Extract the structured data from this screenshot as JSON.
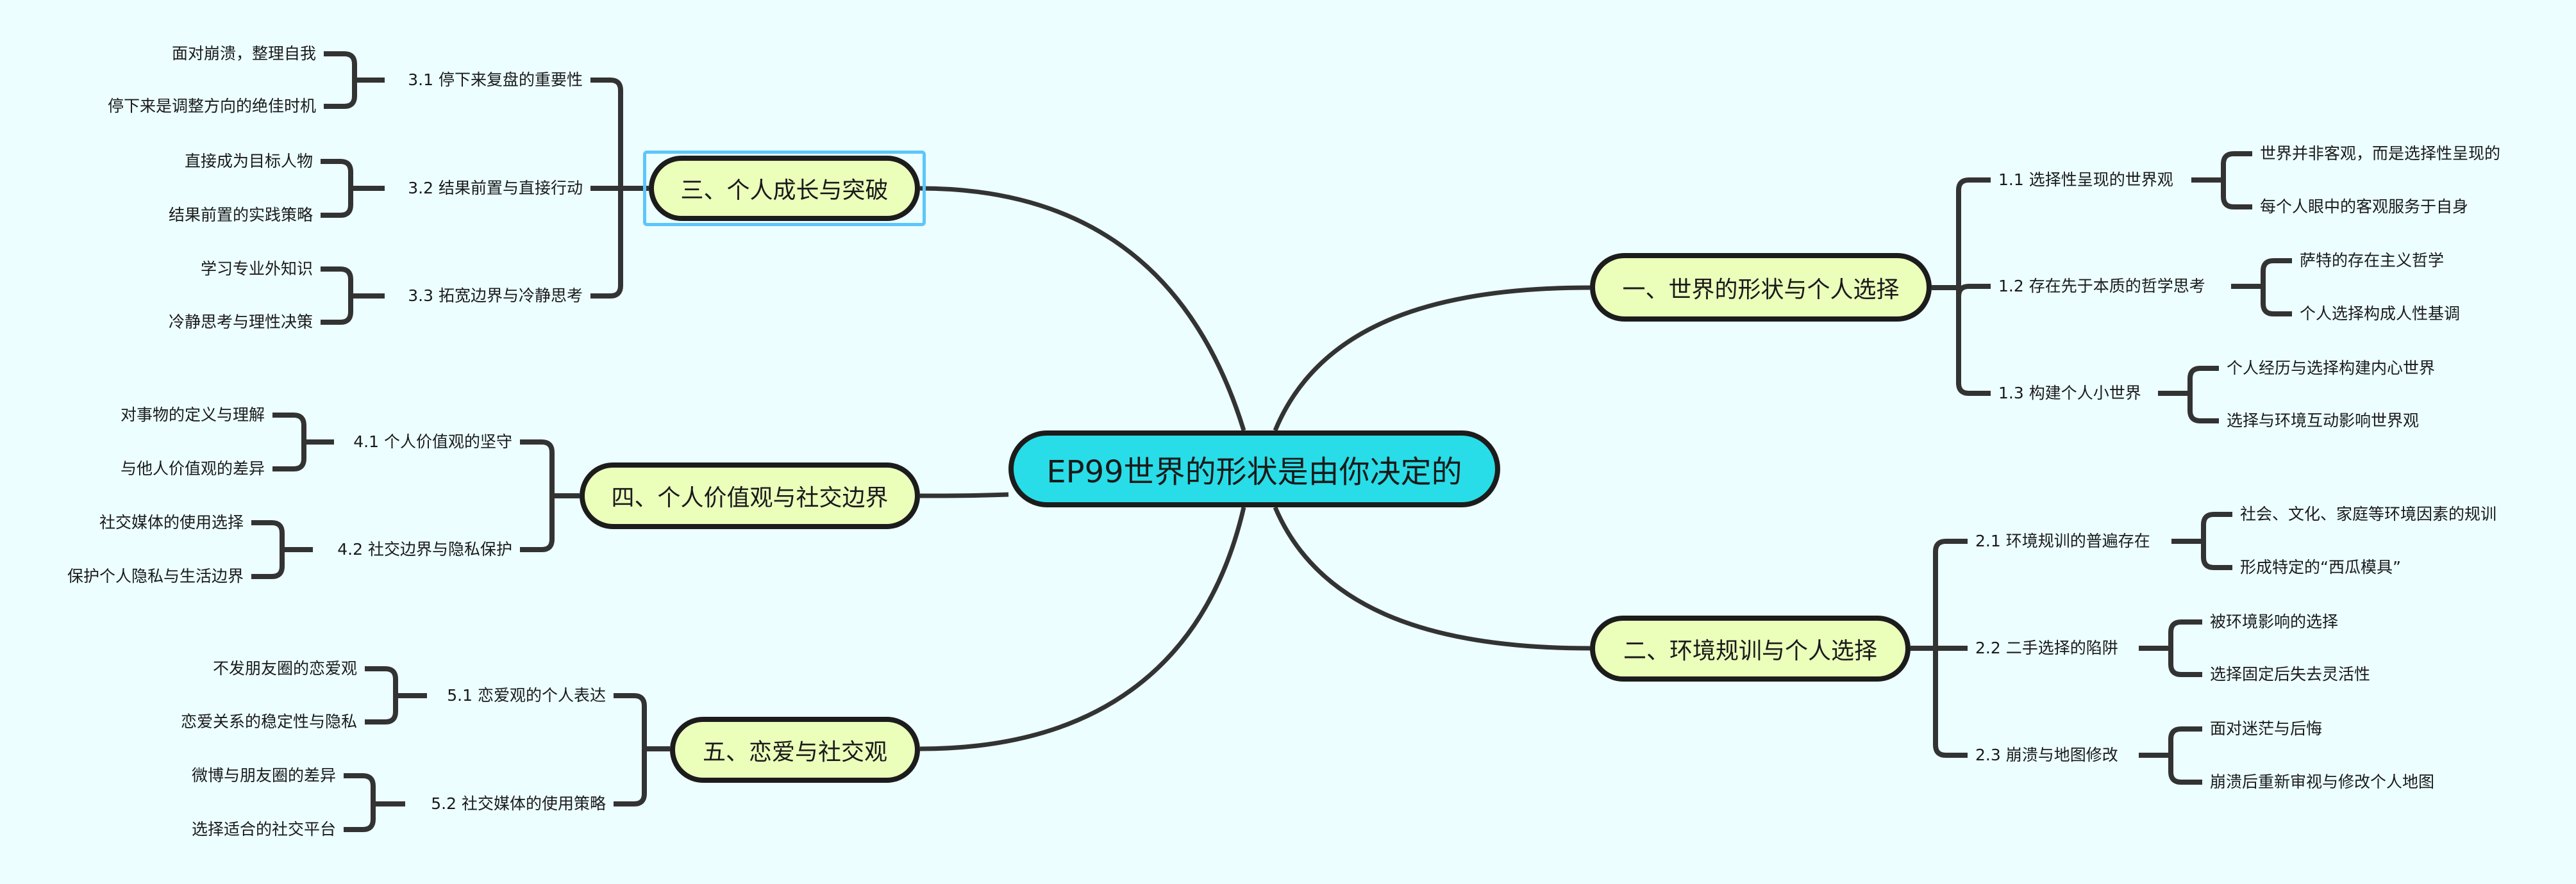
{
  "root": {
    "label": "EP99世界的形状是由你决定的"
  },
  "colors": {
    "background": "#ecfeff",
    "root_fill": "#28dde7",
    "topic_fill": "#ebffbb",
    "line": "#333333",
    "selection": "#5cc6fb"
  },
  "selected_topic": 2,
  "topics": [
    {
      "label": "一、世界的形状与个人选择",
      "subs": [
        {
          "label": "1.1 选择性呈现的世界观",
          "leaves": [
            "世界并非客观，而是选择性呈现的",
            "每个人眼中的客观服务于自身"
          ]
        },
        {
          "label": "1.2 存在先于本质的哲学思考",
          "leaves": [
            "萨特的存在主义哲学",
            "个人选择构成人性基调"
          ]
        },
        {
          "label": "1.3 构建个人小世界",
          "leaves": [
            "个人经历与选择构建内心世界",
            "选择与环境互动影响世界观"
          ]
        }
      ]
    },
    {
      "label": "二、环境规训与个人选择",
      "subs": [
        {
          "label": "2.1 环境规训的普遍存在",
          "leaves": [
            "社会、文化、家庭等环境因素的规训",
            "形成特定的“西瓜模具”"
          ]
        },
        {
          "label": "2.2 二手选择的陷阱",
          "leaves": [
            "被环境影响的选择",
            "选择固定后失去灵活性"
          ]
        },
        {
          "label": "2.3 崩溃与地图修改",
          "leaves": [
            "面对迷茫与后悔",
            "崩溃后重新审视与修改个人地图"
          ]
        }
      ]
    },
    {
      "label": "三、个人成长与突破",
      "subs": [
        {
          "label": "3.1 停下来复盘的重要性",
          "leaves": [
            "面对崩溃，整理自我",
            "停下来是调整方向的绝佳时机"
          ]
        },
        {
          "label": "3.2 结果前置与直接行动",
          "leaves": [
            "直接成为目标人物",
            "结果前置的实践策略"
          ]
        },
        {
          "label": "3.3 拓宽边界与冷静思考",
          "leaves": [
            "学习专业外知识",
            "冷静思考与理性决策"
          ]
        }
      ]
    },
    {
      "label": "四、个人价值观与社交边界",
      "subs": [
        {
          "label": "4.1 个人价值观的坚守",
          "leaves": [
            "对事物的定义与理解",
            "与他人价值观的差异"
          ]
        },
        {
          "label": "4.2 社交边界与隐私保护",
          "leaves": [
            "社交媒体的使用选择",
            "保护个人隐私与生活边界"
          ]
        }
      ]
    },
    {
      "label": "五、恋爱与社交观",
      "subs": [
        {
          "label": "5.1 恋爱观的个人表达",
          "leaves": [
            "不发朋友圈的恋爱观",
            "恋爱关系的稳定性与隐私"
          ]
        },
        {
          "label": "5.2 社交媒体的使用策略",
          "leaves": [
            "微博与朋友圈的差异",
            "选择适合的社交平台"
          ]
        }
      ]
    }
  ]
}
